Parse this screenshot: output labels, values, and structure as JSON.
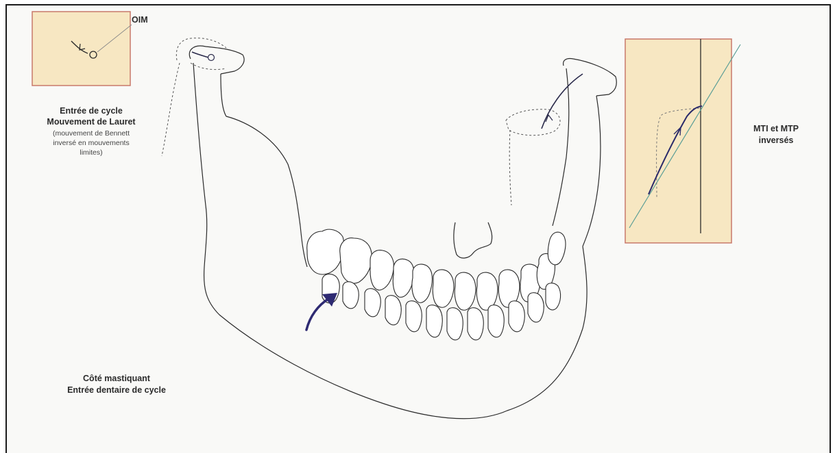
{
  "labels": {
    "oim": "OIM",
    "entry_title_1": "Entrée de cycle",
    "entry_title_2": "Mouvement de Lauret",
    "entry_note_1": "(mouvement de Bennett",
    "entry_note_2": "inversé en mouvements",
    "entry_note_3": "limites)",
    "mti_1": "MTI et MTP",
    "mti_2": "inversés",
    "chewing_1": "Côté mastiquant",
    "chewing_2": "Entrée dentaire de cycle"
  },
  "colors": {
    "inset_background": "#f7e7c2",
    "inset_border": "#c8786a",
    "arrow": "#2e2a72",
    "line": "#2a2a2a",
    "dashed": "#555555",
    "green_line": "#5a9e96"
  }
}
